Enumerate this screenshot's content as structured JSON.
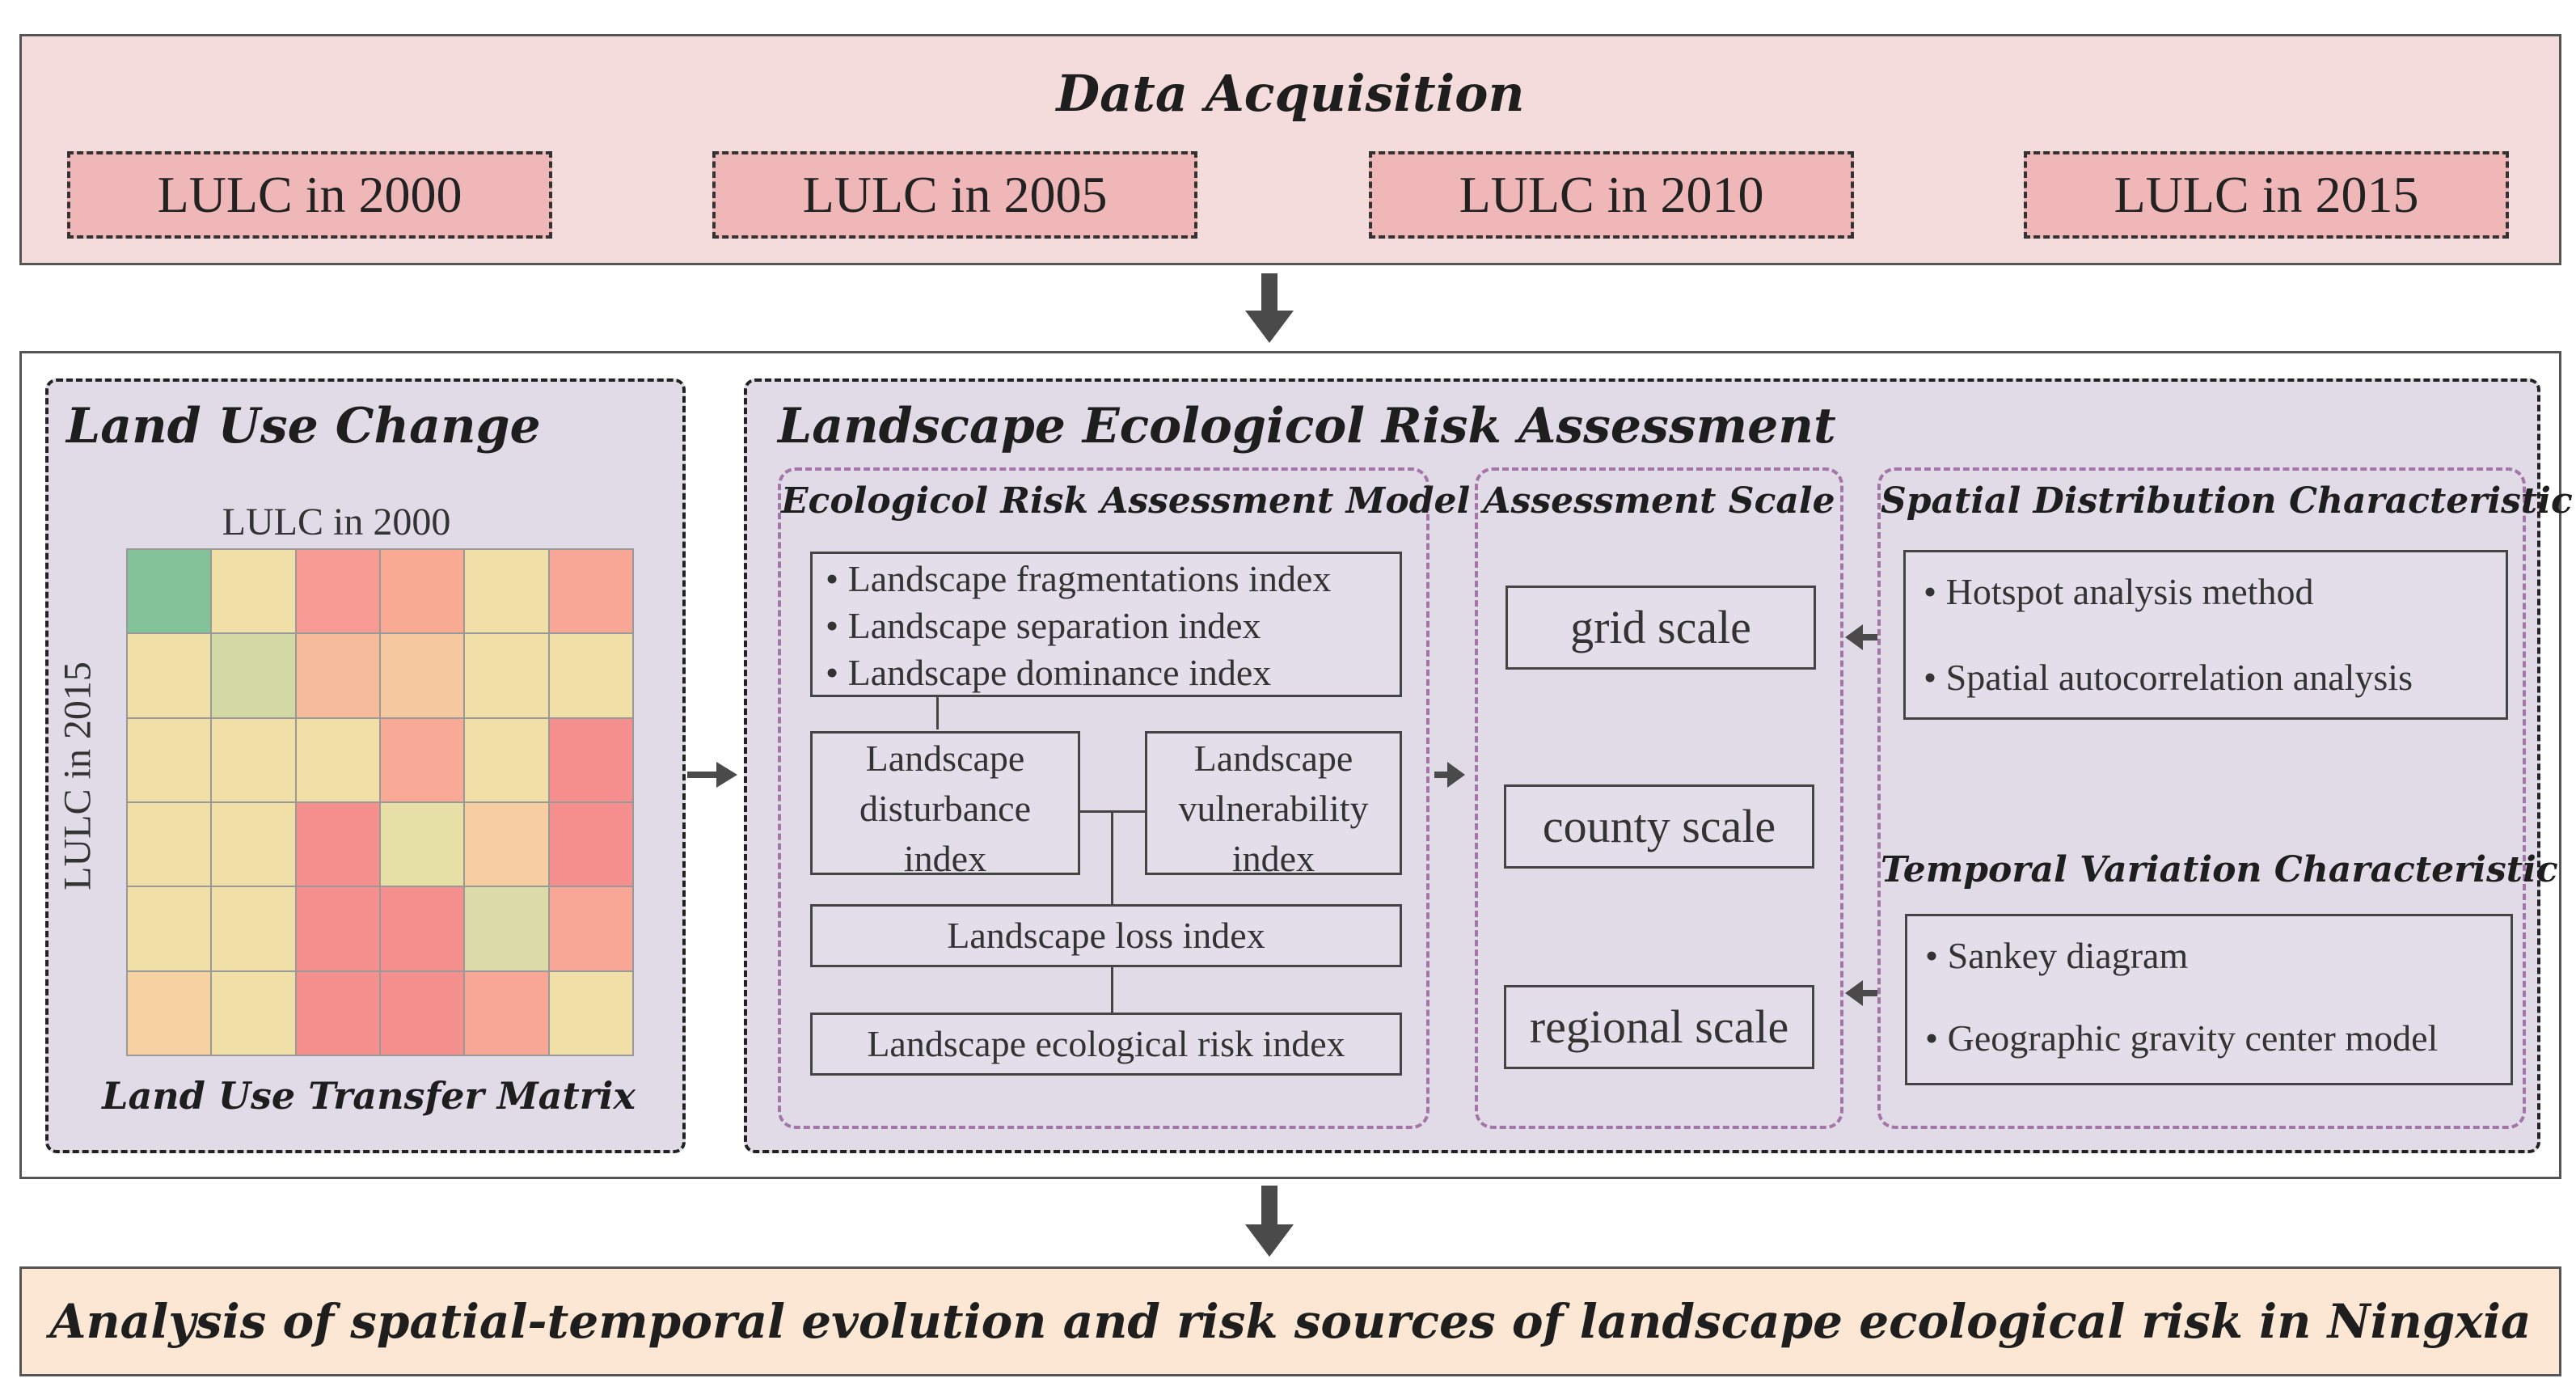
{
  "data_acquisition": {
    "title": "Data Acquisition",
    "items": [
      "LULC in 2000",
      "LULC in 2005",
      "LULC in 2010",
      "LULC in 2015"
    ]
  },
  "land_use_change": {
    "title": "Land Use Change",
    "matrix_top_label": "LULC in 2000",
    "matrix_side_label": "LULC in 2015",
    "matrix_caption": "Land Use Transfer Matrix",
    "matrix_colors": [
      [
        "#84c39a",
        "#f0dfa6",
        "#f79a94",
        "#f8aa92",
        "#f0dfa6",
        "#f8a796"
      ],
      [
        "#f0dfa6",
        "#d3d9a5",
        "#f6bb9a",
        "#f6c8a0",
        "#f0dfa6",
        "#f0dfa6"
      ],
      [
        "#f0dfa6",
        "#f0dfa6",
        "#f0dfa6",
        "#f8aa96",
        "#f0dfa6",
        "#f6908f"
      ],
      [
        "#f0dfa6",
        "#f0dfa6",
        "#f6908f",
        "#e6dfa6",
        "#f6cea2",
        "#f6908f"
      ],
      [
        "#f0dfa6",
        "#f0dfa6",
        "#f6908f",
        "#f6908f",
        "#dcdbaa",
        "#f8a796"
      ],
      [
        "#f6d2a3",
        "#f0dfa6",
        "#f6908f",
        "#f6908f",
        "#f8a796",
        "#f0dfa6"
      ]
    ]
  },
  "risk_assessment": {
    "title": "Landscape Ecologicol Risk Assessment",
    "model": {
      "title": "Ecologicol Risk Assessment Model",
      "indices": [
        "• Landscape fragmentations index",
        "• Landscape separation index",
        "• Landscape dominance index"
      ],
      "disturbance": [
        "Landscape",
        "disturbance",
        "index"
      ],
      "vulnerability": [
        "Landscape",
        "vulnerability",
        "index"
      ],
      "loss": "Landscape loss index",
      "risk": "Landscape ecological risk index"
    },
    "scale": {
      "title": "Assessment Scale",
      "items": [
        "grid scale",
        "county scale",
        "regional scale"
      ]
    },
    "spatial": {
      "title": "Spatial Distribution Characteristic",
      "items": [
        "• Hotspot analysis method",
        "• Spatial autocorrelation analysis"
      ]
    },
    "temporal": {
      "title": "Temporal Variation Characteristic",
      "items": [
        "• Sankey diagram",
        "• Geographic gravity center model"
      ]
    }
  },
  "analysis": {
    "text": "Analysis of spatial-temporal evolution and risk sources of landscape ecological risk in Ningxia"
  }
}
